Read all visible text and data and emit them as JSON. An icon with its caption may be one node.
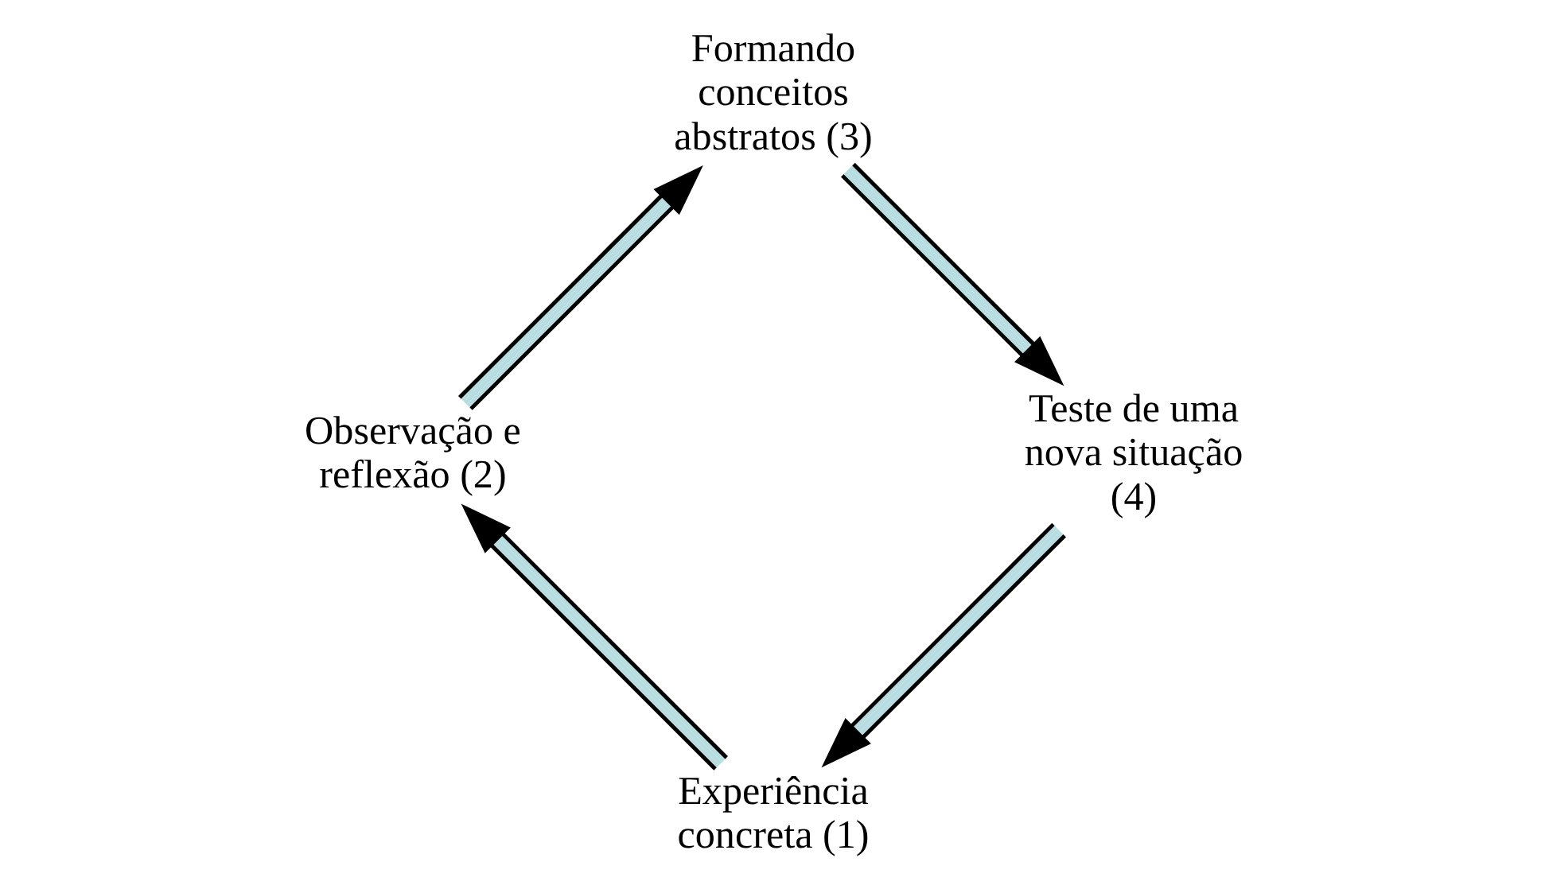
{
  "diagram": {
    "nodes": [
      {
        "text": [
          "Experiência concreta (1)"
        ]
      },
      {
        "text": [
          "Observação e reflexão (2)"
        ]
      },
      {
        "text": [
          "Formando conceitos abstratos (3)"
        ]
      },
      {
        "text": [
          "Teste de uma nova situação (4)"
        ]
      }
    ],
    "edges": [
      {
        "from": 0,
        "to": 1,
        "arrow": "to"
      },
      {
        "from": 1,
        "to": 2,
        "arrow": "to"
      },
      {
        "from": 2,
        "to": 3,
        "arrow": "to"
      },
      {
        "from": 3,
        "to": 0,
        "arrow": "to"
      }
    ]
  }
}
